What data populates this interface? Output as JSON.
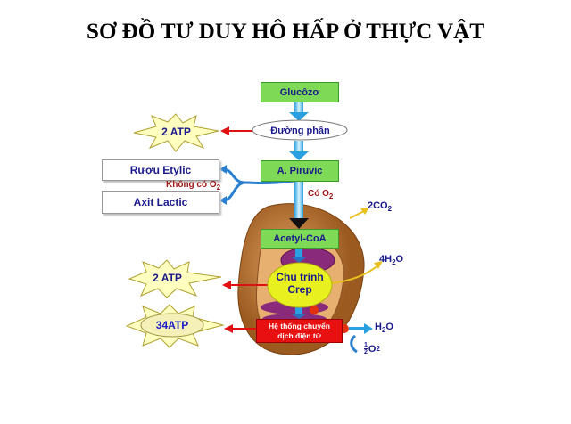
{
  "title": "SƠ ĐỒ TƯ DUY HÔ HẤP Ở THỰC VẬT",
  "nodes": {
    "glucose": "Glucôzơ",
    "glycolysis": "Đường phân",
    "glycolysis_atp": "2 ATP",
    "pyruvic": "A. Piruvic",
    "ethanol": "Rượu Etylic",
    "lactic": "Axit Lactic",
    "anaerobic": "Không có O",
    "aerobic": "Có O",
    "acetyl": "Acetyl-CoA",
    "krebs_line1": "Chu trình",
    "krebs_line2": "Crep",
    "krebs_atp": "2 ATP",
    "etc_line1": "Hệ thống chuyển",
    "etc_line2": "dịch điện tử",
    "etc_atp": "34ATP",
    "co2": "2CO",
    "h2o_4": "4H",
    "h2o": "H",
    "o2_half": "O",
    "half_num": "1",
    "half_den": "2",
    "sub2": "2",
    "o_suffix": "O"
  },
  "colors": {
    "green": "#7ed957",
    "navy": "#1a1a8c",
    "red": "#e01010",
    "brown": "#b8702a",
    "yellow": "#e8f020"
  }
}
